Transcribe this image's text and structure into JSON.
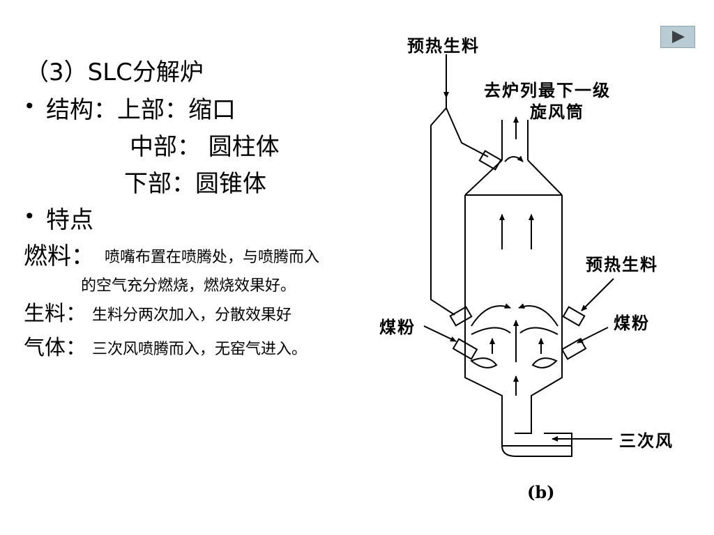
{
  "slide": {
    "title": "（3）SLC分解炉",
    "bullets": [
      {
        "marker": "•",
        "text": "结构：上部：缩口"
      },
      {
        "marker": "•",
        "text": "特点"
      }
    ],
    "structure_lines": [
      "中部： 圆柱体",
      "下部：圆锥体"
    ],
    "features": [
      {
        "label": "燃料：",
        "text": "喷嘴布置在喷腾处，与喷腾而入",
        "continuation": "的空气充分燃烧，燃烧效果好。"
      },
      {
        "label": "生料：",
        "text": "生料分两次加入，分散效果好"
      },
      {
        "label": "气体：",
        "text": "三次风喷腾而入，无窑气进入。"
      }
    ]
  },
  "diagram": {
    "labels": {
      "preheat_top": "预热生料",
      "outlet_line1": "去炉列最下一级",
      "outlet_line2": "旋风筒",
      "preheat_right": "预热生料",
      "coal_left": "煤粉",
      "coal_right": "煤粉",
      "tertiary_air": "三次风",
      "caption": "(b)"
    }
  },
  "controls": {
    "play_icon": "play-icon"
  }
}
